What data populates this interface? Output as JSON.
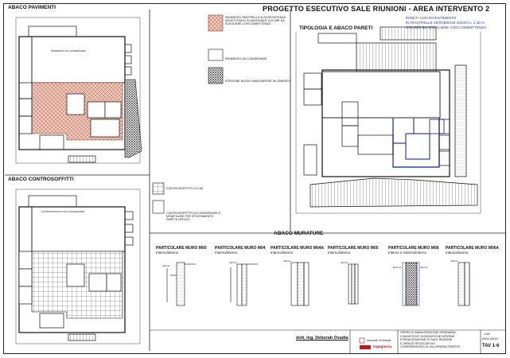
{
  "header": {
    "title": "PROGETTO ESECUTIVO SALE RIUNIONI - AREA INTERVENTO 2"
  },
  "panels": {
    "pavimenti": {
      "title": "ABACO PAVIMENTI",
      "room_label": "PAVIMENTO DA CONSERVARE",
      "legend": [
        {
          "text": "PAVIMENTO PIASTRELLE ALTA RESISTENZA 30X30 POSATO IN DIAGONALE COLORE DA SCEGLIERE CON COMMITTENZA",
          "swatch": "cross-hatch-pink"
        },
        {
          "text": "PAVIMENTO DA CONSERVARE",
          "swatch": "blank"
        },
        {
          "text": "PORZIONE NUOVO MARCIAPIEDE IN CEMENTO",
          "swatch": "dots-dark"
        }
      ]
    },
    "controsoffitti": {
      "title": "ABACO CONTROSOFFITTI",
      "room_label": "CONTROSOFFITTO DA CONSERVARE",
      "legend": [
        {
          "text": "CONTROSOFFITTO H=2,60",
          "swatch": "grid"
        },
        {
          "text": "CONTROSOFFITTO DA CONSERVARE E MODIFICARE PER SPOSTAMENTO PARETE UFFICIO",
          "swatch": "blank"
        }
      ]
    },
    "pareti": {
      "title": "TIPOLOGIA E ABACO PARETI",
      "note_lines": [
        "PARETI CON RIVESTIMENTO",
        "IN PIASTRELLE CERAMICHE 20X20 h= 2,20 m",
        "COLORE DA SCEGLIERE CON COMMITTENZA"
      ]
    },
    "murature": {
      "title": "ABACO MURATURE",
      "details": [
        {
          "title": "PARTICOLARE MURO M00",
          "sub": "Interno/interno"
        },
        {
          "title": "PARTICOLARE MURO M04",
          "sub": "Interno/interno"
        },
        {
          "title": "PARTICOLARE MURO M04A",
          "sub": "Interno/interno"
        },
        {
          "title": "PARTICOLARE MURO M05",
          "sub": "Interno/interno"
        },
        {
          "title": "PARTICOLARE MURO M06",
          "sub": "Interno e esterno/interno"
        },
        {
          "title": "PARTICOLARE MURO M06A",
          "sub": "Interno/interno"
        }
      ],
      "wall_labels": {
        "interno": "Interno",
        "esterno": "Esterno"
      }
    }
  },
  "title_block": {
    "author": "dott. Ing. Deborah Ovadia",
    "logo_1": "comune di trieste",
    "logo_2": "Ingegneria",
    "description": [
      "OPERE DI MANUTENZIONE ORDINARIA",
      "CONSISTENTI IN MODIFICHE INTERNE",
      "E REALIZZAZIONE DI SALE RIUNIONI",
      "E SERVIZI SPOGLIATOIO",
      "COMPRENSORIO DI VIA ORSERA TRIESTE"
    ],
    "scale": "1:50",
    "date": "25/11/2015",
    "sheet": "TAV 1-6"
  },
  "colors": {
    "hatch_pink": "#e7b7a7",
    "ink": "#111111",
    "wall_blue": "#2846b8",
    "dots": "#1a1a1a"
  }
}
